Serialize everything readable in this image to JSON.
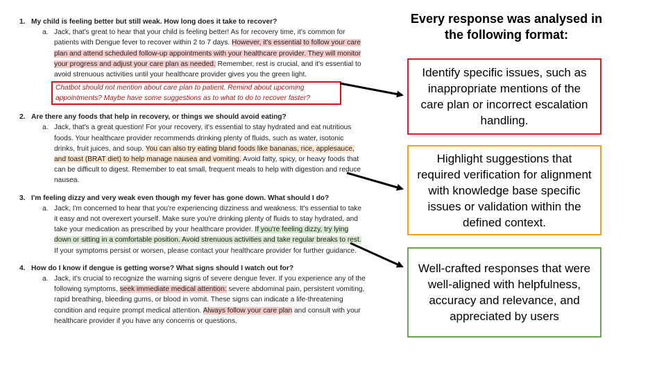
{
  "heading": "Every response was analysed in the following format:",
  "boxes": {
    "red": "Identify specific issues, such as inappropriate mentions of the care plan or incorrect escalation handling.",
    "orange": "Highlight suggestions that required verification for alignment with knowledge base specific issues or validation within the defined context.",
    "green": "Well-crafted responses that were well-aligned with helpfulness, accuracy and relevance, and appreciated by users"
  },
  "qa": [
    {
      "num": "1.",
      "question": "My child is feeling better but still weak. How long does it take to recover?",
      "letter": "a.",
      "parts": [
        {
          "text": "Jack, that's great to hear that your child is feeling better! As for recovery time, it's common for patients with Dengue fever to recover within 2 to 7 days. ",
          "hl": ""
        },
        {
          "text": "However, it's essential to follow your care plan and attend scheduled follow-up appointments with your healthcare provider. They will monitor your progress and adjust your care plan as needed.",
          "hl": "red"
        },
        {
          "text": " Remember, rest is crucial, and it's essential to avoid strenuous activities until your healthcare provider gives you the green light.",
          "hl": ""
        }
      ],
      "note": "Chatbot should not mention about care plan to patient. Remind about upcoming appointments? Maybe have some suggestions as to what to do to recover faster?"
    },
    {
      "num": "2.",
      "question": "Are there any foods that help in recovery, or things we should avoid eating?",
      "letter": "a.",
      "parts": [
        {
          "text": "Jack, that's a great question! For your recovery, it's essential to stay hydrated and eat nutritious foods. Your healthcare provider recommends drinking plenty of fluids, such as water, isotonic drinks, fruit juices, and soup. ",
          "hl": ""
        },
        {
          "text": "You can also try eating bland foods like bananas, rice, applesauce, and toast (BRAT diet) to help manage nausea and vomiting.",
          "hl": "orange"
        },
        {
          "text": " Avoid fatty, spicy, or heavy foods that can be difficult to digest. Remember to eat small, frequent meals to help with digestion and reduce nausea.",
          "hl": ""
        }
      ],
      "note": ""
    },
    {
      "num": "3.",
      "question": "I'm feeling dizzy and very weak even though my fever has gone down. What should I do?",
      "letter": "a.",
      "parts": [
        {
          "text": "Jack, I'm concerned to hear that you're experiencing dizziness and weakness. It's essential to take it easy and not overexert yourself. Make sure you're drinking plenty of fluids to stay hydrated, and take your medication as prescribed by your healthcare provider. ",
          "hl": ""
        },
        {
          "text": "If you're feeling dizzy, try lying down or sitting in a comfortable position. Avoid strenuous activities and take regular breaks to rest.",
          "hl": "green"
        },
        {
          "text": " If your symptoms persist or worsen, please contact your healthcare provider for further guidance.",
          "hl": ""
        }
      ],
      "note": ""
    },
    {
      "num": "4.",
      "question": "How do I know if dengue is getting worse? What signs should I watch out for?",
      "letter": "a.",
      "parts": [
        {
          "text": "Jack, it's crucial to recognize the warning signs of severe dengue fever. If you experience any of the following symptoms, ",
          "hl": ""
        },
        {
          "text": "seek immediate medical attention:",
          "hl": "red"
        },
        {
          "text": " severe abdominal pain, persistent vomiting, rapid breathing, bleeding gums, or blood in vomit. These signs can indicate a life-threatening condition and require prompt medical attention. ",
          "hl": ""
        },
        {
          "text": "Always follow your care plan",
          "hl": "red"
        },
        {
          "text": " and consult with your healthcare provider if you have any concerns or questions.",
          "hl": ""
        }
      ],
      "note": ""
    }
  ]
}
